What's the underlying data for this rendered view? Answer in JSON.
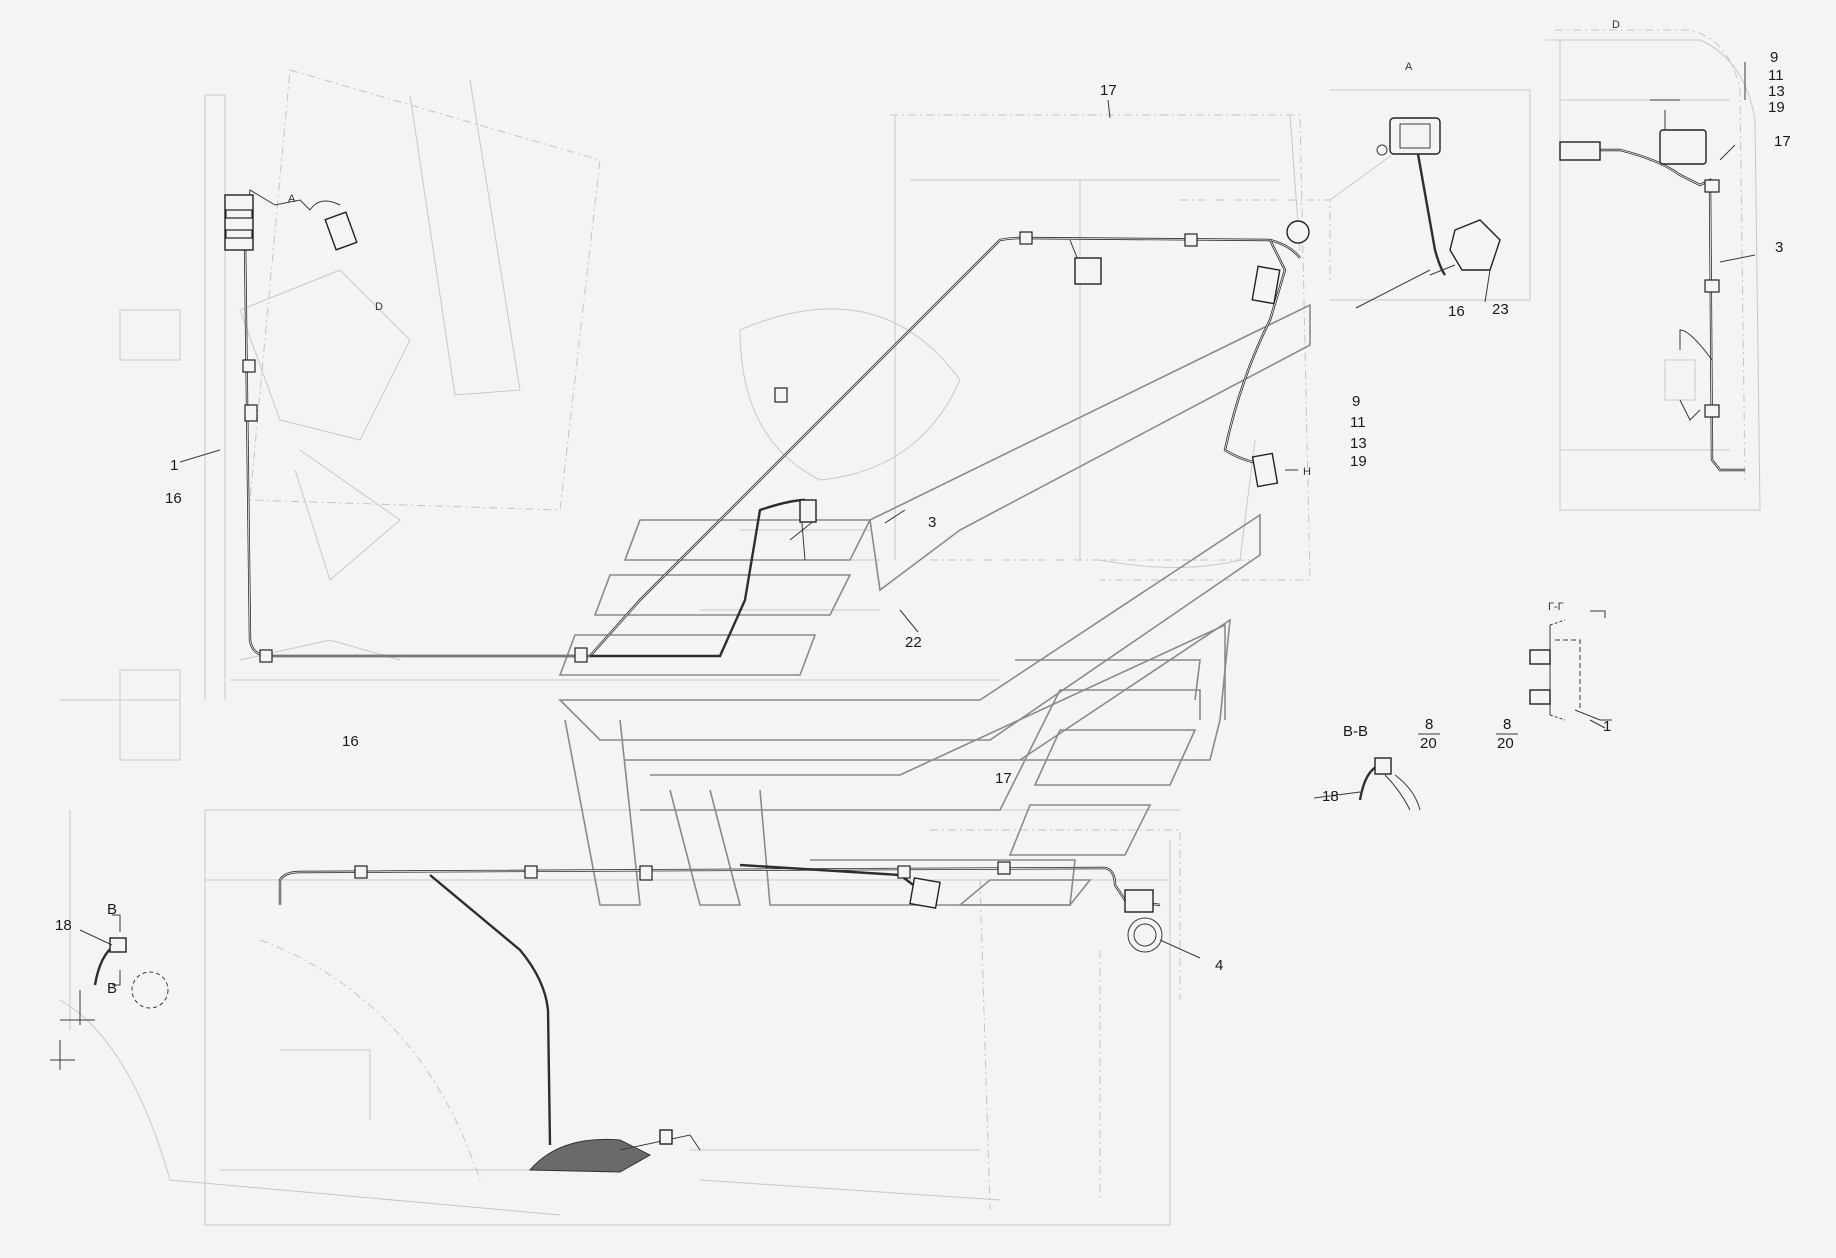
{
  "callouts": {
    "main_view_A": "A",
    "main_view_D": "D",
    "left_1": "1",
    "left_16": "16",
    "bottom_16": "16",
    "top_17": "17",
    "center_3": "3",
    "right_9": "9",
    "right_11": "11",
    "right_13": "13",
    "right_19": "19",
    "right_H": "H",
    "center_22": "22",
    "lower_17": "17",
    "lower_4": "4",
    "lower_18": "18",
    "lower_B_top": "B",
    "lower_B_bottom": "B"
  },
  "view_A": {
    "title": "A",
    "label_16": "16",
    "label_23": "23"
  },
  "view_D": {
    "title": "D",
    "label_9": "9",
    "label_11": "11",
    "label_13": "13",
    "label_19": "19",
    "label_17": "17",
    "label_3": "3"
  },
  "section_BB": {
    "title": "B-B",
    "label_8": "8",
    "label_20": "20",
    "label_18": "18"
  },
  "section_GG": {
    "title": "Г-Г",
    "label_8": "8",
    "label_20": "20",
    "label_1": "1"
  }
}
